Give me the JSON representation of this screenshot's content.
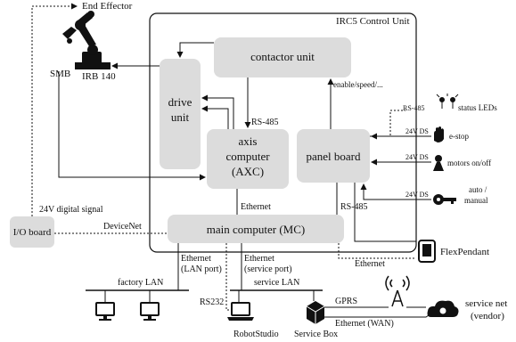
{
  "unit_title": "IRC5 Control Unit",
  "blocks": {
    "contactor": "contactor unit",
    "drive_line1": "drive",
    "drive_line2": "unit",
    "axis_line1": "axis",
    "axis_line2": "computer",
    "axis_line3": "(AXC)",
    "panel": "panel board",
    "main": "main computer (MC)",
    "io": "I/O board"
  },
  "robot": {
    "effector": "End Effector",
    "smb": "SMB",
    "model": "IRB 140"
  },
  "links": {
    "rs485_drive": "RS-485",
    "enable": "enable/speed/...",
    "ethernet_axc": "Ethernet",
    "rs485_panel": "RS-485",
    "rs485_leds": "RS-485",
    "digital_24v": "24V digital signal",
    "devicenet": "DeviceNet",
    "eth_lan_port_1": "Ethernet",
    "eth_lan_port_2": "(LAN port)",
    "eth_service_1": "Ethernet",
    "eth_service_2": "(service port)",
    "eth_pendant": "Ethernet",
    "rs232": "RS232",
    "gprs": "GPRS",
    "eth_wan": "Ethernet (WAN)"
  },
  "panel_io": [
    {
      "label": "status LEDs",
      "signal": "",
      "icon": "led-icon"
    },
    {
      "label": "e-stop",
      "signal": "24V DS",
      "icon": "hand-icon"
    },
    {
      "label": "motors on/off",
      "signal": "24V DS",
      "icon": "button-icon"
    },
    {
      "label_1": "auto /",
      "label_2": "manual",
      "signal": "24V DS",
      "icon": "key-icon"
    }
  ],
  "devices": {
    "flexpendant": "FlexPendant",
    "factory_lan": "factory LAN",
    "service_lan": "service LAN",
    "robotstudio": "RobotStudio",
    "service_box": "Service Box",
    "service_net_1": "service net",
    "service_net_2": "(vendor)"
  }
}
